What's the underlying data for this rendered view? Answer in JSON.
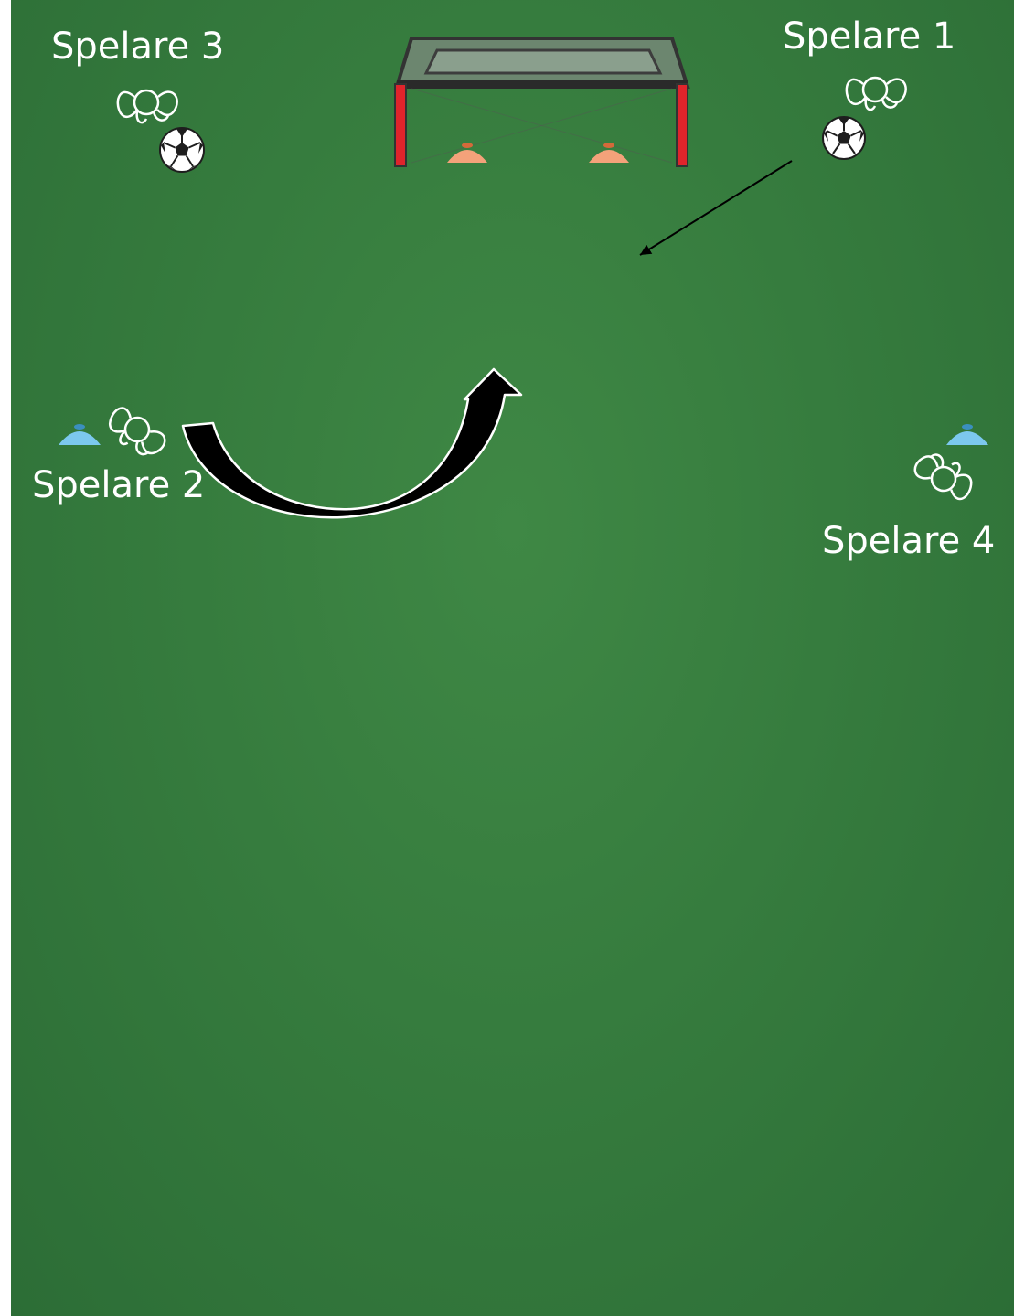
{
  "field": {
    "color": "#387d3f",
    "edge_color": "#2c6d36"
  },
  "players": [
    {
      "label": "Spelare 1",
      "has_ball": true
    },
    {
      "label": "Spelare 2",
      "has_ball": false
    },
    {
      "label": "Spelare 3",
      "has_ball": true
    },
    {
      "label": "Spelare 4",
      "has_ball": false
    }
  ],
  "equipment": {
    "goal": "goal-icon",
    "orange_cones": 2,
    "blue_cones": 2,
    "cone_colors": {
      "orange": "#f4a27a",
      "blue": "#7cc8ee"
    },
    "goal_post_color": "#e0242b"
  },
  "arrows": [
    {
      "from": "Spelare 1",
      "type": "pass",
      "style": "thin-line"
    },
    {
      "from": "Spelare 2",
      "type": "run",
      "style": "curved-thick"
    }
  ]
}
